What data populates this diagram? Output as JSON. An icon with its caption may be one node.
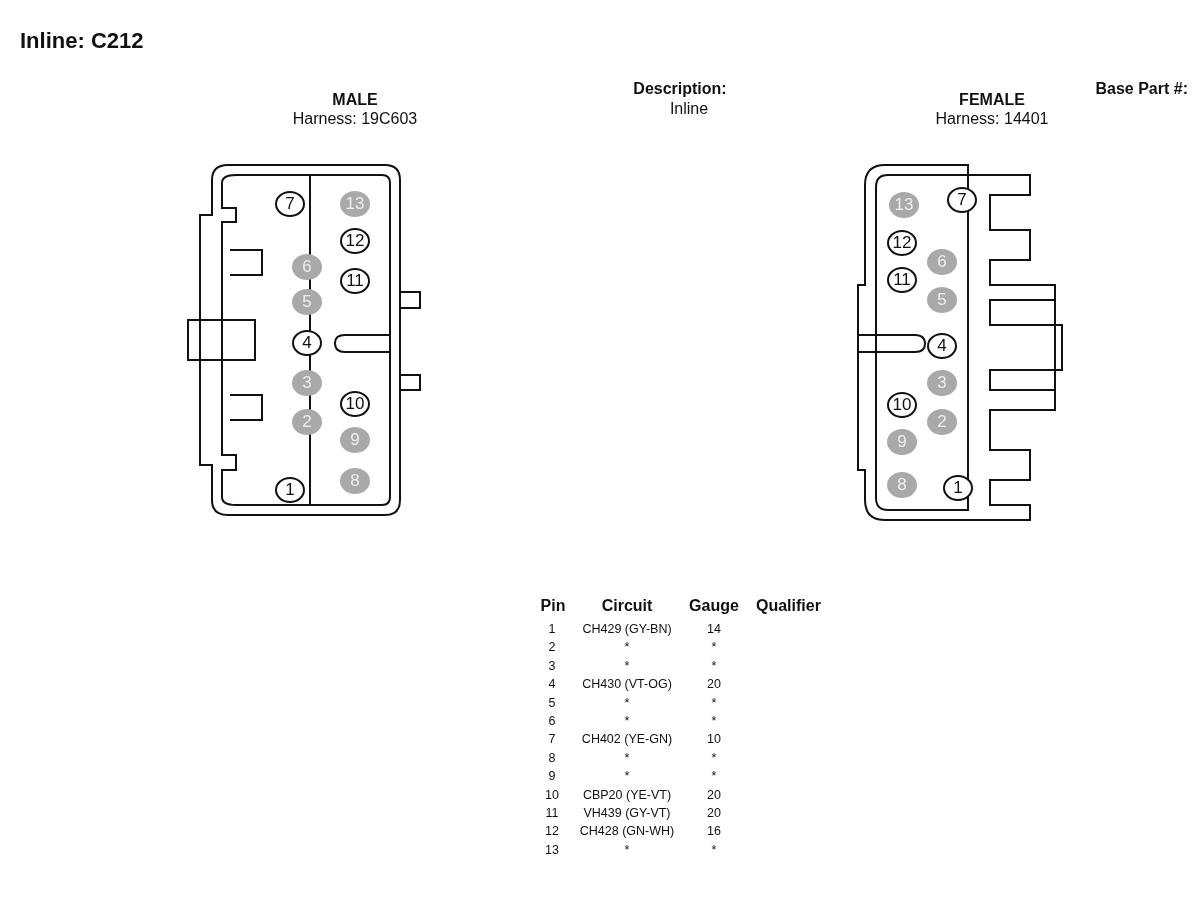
{
  "diagram": {
    "title": "Inline: C212",
    "labels": [
      "Description:",
      "Inline",
      "Base Part #:",
      "MALE",
      "Harness: 19C603",
      "FEMALE",
      "Harness: 14401",
      "7",
      "13",
      "12",
      "6",
      "11",
      "5",
      "4",
      "3",
      "10",
      "2",
      "9",
      "8",
      "1",
      "13",
      "7",
      "12",
      "6",
      "11",
      "5",
      "4",
      "3",
      "10",
      "2",
      "9",
      "8",
      "1",
      "Pin",
      "Circuit",
      "Gauge",
      "Qualifier",
      "1",
      "CH429 (GY-BN)",
      "14",
      "2",
      "*",
      "*",
      "3",
      "*",
      "*",
      "4",
      "CH430 (VT-OG)",
      "20",
      "5",
      "*",
      "*",
      "6",
      "*",
      "*",
      "7",
      "CH402 (YE-GN)",
      "10",
      "8",
      "*",
      "*",
      "9",
      "*",
      "*",
      "10",
      "CBP20 (YE-VT)",
      "20",
      "11",
      "VH439 (GY-VT)",
      "20",
      "12",
      "CH428 (GN-WH)",
      "16",
      "13",
      "*",
      "*"
    ]
  }
}
